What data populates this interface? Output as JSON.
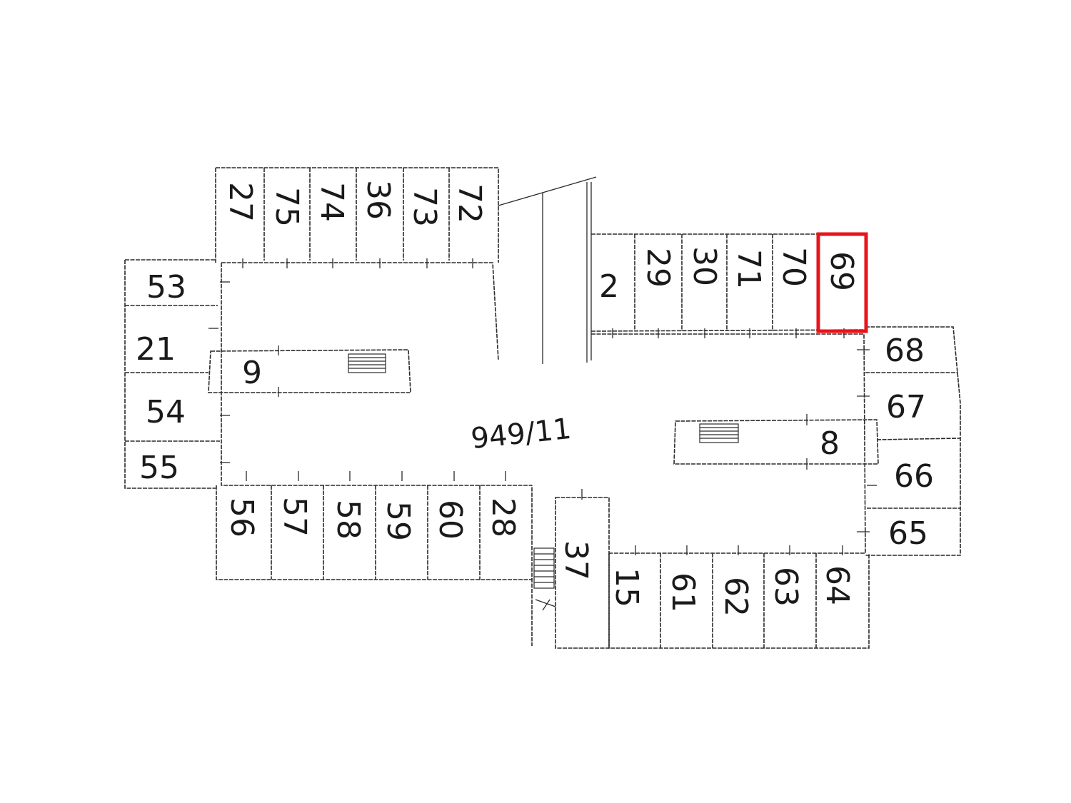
{
  "parcel": {
    "number": "949/11"
  },
  "highlight": {
    "unit": "69",
    "color": "#e8141c"
  },
  "colors": {
    "line": "#2a2a2a",
    "text": "#1a1a1a",
    "background": "#ffffff"
  },
  "units": [
    {
      "id": "27"
    },
    {
      "id": "75"
    },
    {
      "id": "74"
    },
    {
      "id": "36"
    },
    {
      "id": "73"
    },
    {
      "id": "72"
    },
    {
      "id": "2"
    },
    {
      "id": "29"
    },
    {
      "id": "30"
    },
    {
      "id": "71"
    },
    {
      "id": "70"
    },
    {
      "id": "69"
    },
    {
      "id": "53"
    },
    {
      "id": "21"
    },
    {
      "id": "54"
    },
    {
      "id": "55"
    },
    {
      "id": "9"
    },
    {
      "id": "8"
    },
    {
      "id": "68"
    },
    {
      "id": "67"
    },
    {
      "id": "66"
    },
    {
      "id": "65"
    },
    {
      "id": "56"
    },
    {
      "id": "57"
    },
    {
      "id": "58"
    },
    {
      "id": "59"
    },
    {
      "id": "60"
    },
    {
      "id": "28"
    },
    {
      "id": "37"
    },
    {
      "id": "15"
    },
    {
      "id": "61"
    },
    {
      "id": "62"
    },
    {
      "id": "63"
    },
    {
      "id": "64"
    }
  ]
}
